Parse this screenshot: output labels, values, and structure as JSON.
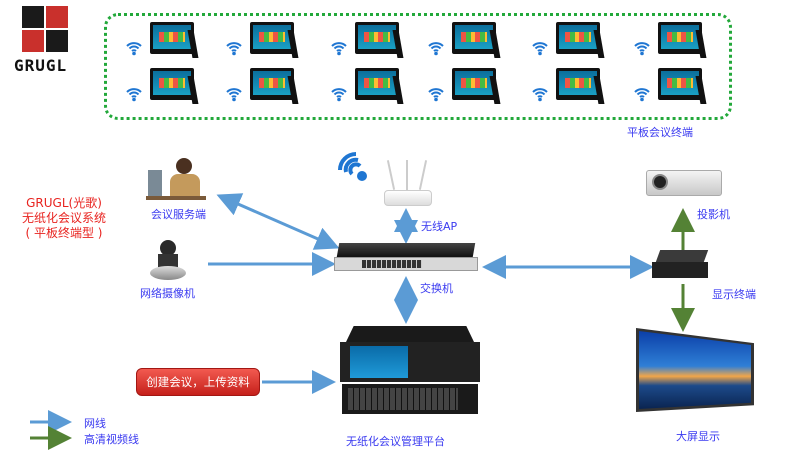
{
  "logo": {
    "text": "GRUGL",
    "colors": {
      "red": "#c9302c",
      "dark": "#1a1a1a"
    }
  },
  "tablet_zone": {
    "label": "平板会议终端",
    "tablet_count": 12,
    "border_color": "#22a83a"
  },
  "system_title": [
    "GRUGL(光歌)",
    "无纸化会议系统",
    "( 平板终端型 )"
  ],
  "nodes": {
    "server": "会议服务端",
    "camera": "网络摄像机",
    "ap": "无线AP",
    "switch": "交换机",
    "projector": "投影机",
    "display_terminal": "显示终端",
    "big_screen": "大屏显示",
    "platform": "无纸化会议管理平台"
  },
  "action_button": "创建会议，上传资料",
  "legend": [
    {
      "label": "网线",
      "color": "#5b9bd5"
    },
    {
      "label": "高清视频线",
      "color": "#548235"
    }
  ]
}
